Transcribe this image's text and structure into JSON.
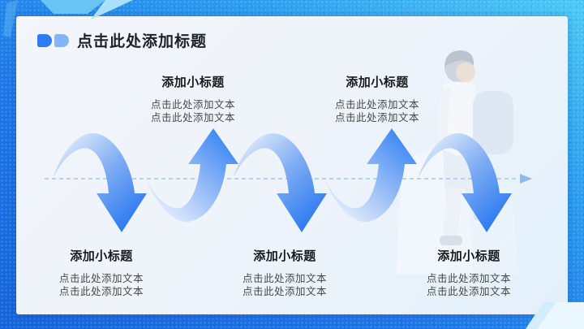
{
  "title": {
    "text": "点击此处添加标题",
    "logo_icon": "double-d-logo-icon"
  },
  "diagram": {
    "type": "alternating-flow-wave",
    "timeline": "dashed-arrow-right",
    "groups": [
      {
        "id": 1,
        "row": "top",
        "heading": "添加小标题",
        "line1": "点击此处添加文本",
        "line2": "点击此处添加文本"
      },
      {
        "id": 2,
        "row": "top",
        "heading": "添加小标题",
        "line1": "点击此处添加文本",
        "line2": "点击此处添加文本"
      },
      {
        "id": 3,
        "row": "bottom",
        "heading": "添加小标题",
        "line1": "点击此处添加文本",
        "line2": "点击此处添加文本"
      },
      {
        "id": 4,
        "row": "bottom",
        "heading": "添加小标题",
        "line1": "点击此处添加文本",
        "line2": "点击此处添加文本"
      },
      {
        "id": 5,
        "row": "bottom",
        "heading": "添加小标题",
        "line1": "点击此处添加文本",
        "line2": "点击此处添加文本"
      }
    ]
  },
  "colors": {
    "accent_blue": "#2e7cf5",
    "accent_light_blue": "#85b5f9",
    "frame_gradient_start": "#1464da",
    "frame_gradient_end": "#4ccaf6",
    "arrow_blue": "#2b79f2",
    "dashed_line": "#a3c6ec",
    "card_background": "#eef3fa"
  }
}
